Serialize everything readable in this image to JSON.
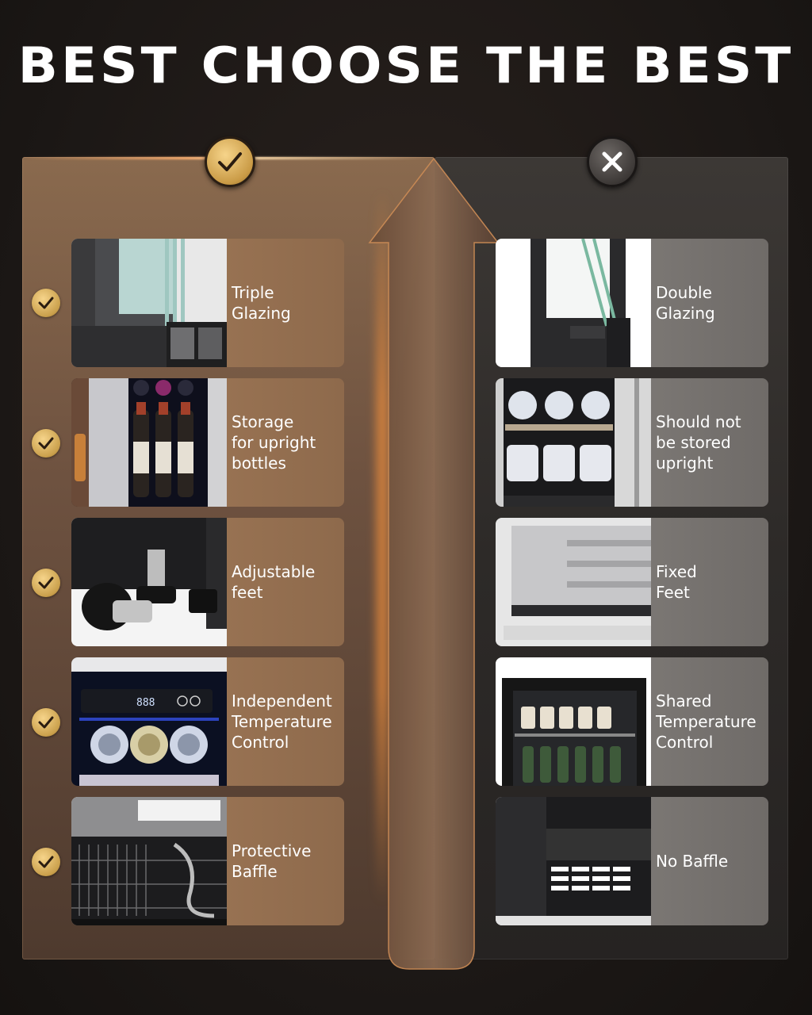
{
  "title": "BEST CHOOSE THE BEST",
  "left_items": [
    {
      "label": "Triple\nGlazing"
    },
    {
      "label": "Storage\nfor upright\nbottles"
    },
    {
      "label": "Adjustable\nfeet"
    },
    {
      "label": "Independent\nTemperature\nControl"
    },
    {
      "label": "Protective\nBaffle"
    }
  ],
  "right_items": [
    {
      "label": "Double\nGlazing"
    },
    {
      "label": "Should not\nbe stored\nupright"
    },
    {
      "label": "Fixed\nFeet"
    },
    {
      "label": "Shared\nTemperature\nControl"
    },
    {
      "label": "No Baffle"
    }
  ],
  "display_readout": "888",
  "colors": {
    "gold": "#c99a45",
    "left_panel": "#7a5c44",
    "right_panel": "#2d2a28"
  }
}
